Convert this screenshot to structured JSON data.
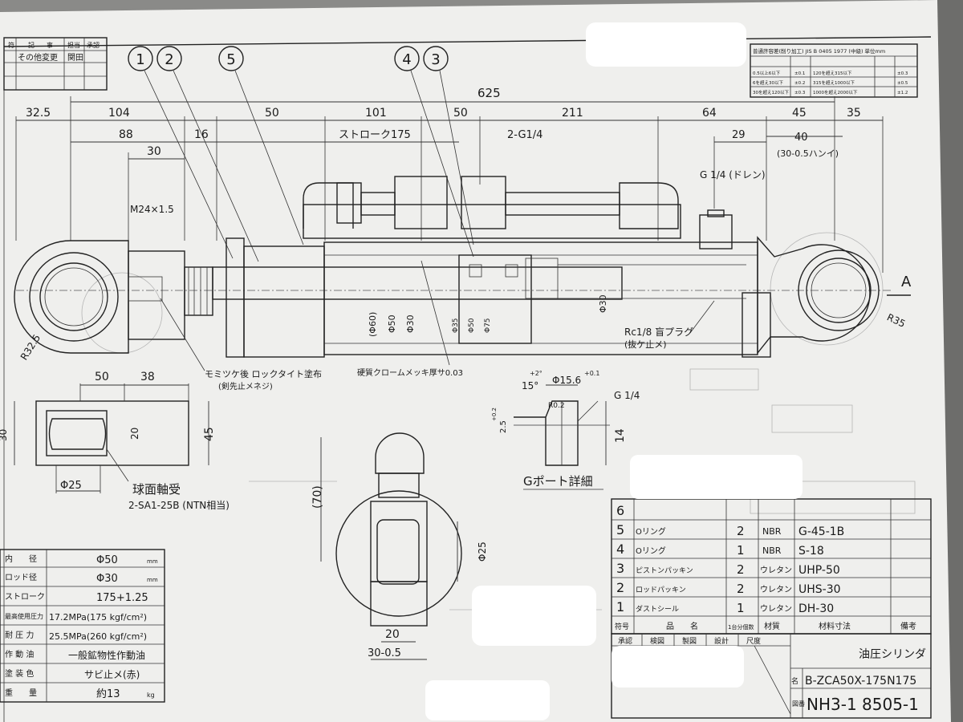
{
  "revision_block": {
    "headers": [
      "符",
      "記",
      "事",
      "担当",
      "承認"
    ],
    "entry_text": "その他変更",
    "entry_signature": "関田"
  },
  "tolerance_table": {
    "title": "普通許容差(削り加工) JIS B 0405 1977 (中級) 単位mm",
    "rows": [
      [
        "0.5以上6以下",
        "±0.1",
        "120を超え315以下",
        "±0.3"
      ],
      [
        "6を超え30以下",
        "±0.2",
        "315を超え1000以下",
        "±0.5"
      ],
      [
        "30を超え120以下",
        "±0.3",
        "1000を超え2000以下",
        "±1.2"
      ]
    ]
  },
  "balloons": [
    "1",
    "2",
    "5",
    "4",
    "3"
  ],
  "dimensions": {
    "overall": "625",
    "top_row": [
      "32.5",
      "104",
      "50",
      "101",
      "50",
      "211",
      "64",
      "45",
      "35"
    ],
    "second_row": [
      "88",
      "16",
      "ストローク175",
      "2-G1/4",
      "29",
      "40"
    ],
    "range_note": "(30-0.5ハンイ)",
    "w30": "30",
    "thread": "M24×1.5",
    "drain": "G 1/4 (ドレン)",
    "dia_rod": [
      "(Φ60)",
      "Φ50",
      "Φ30"
    ],
    "dia_right": "Φ30",
    "dia_gland": [
      "Φ35",
      "Φ50",
      "Φ75"
    ],
    "r_left": "R32.5",
    "r_right": "R35",
    "section": "A"
  },
  "notes": {
    "locktite": "モミツケ後 ロックタイト塗布",
    "locktite_sub": "(剣先止メネジ)",
    "chrome": "硬質クロームメッキ厚サ0.03",
    "plug": "Rc1/8 盲プラグ",
    "plug_sub": "(抜ケ止メ)"
  },
  "end_view": {
    "w50": "50",
    "w38": "38",
    "h30": "30",
    "d20": "20",
    "h45": "45",
    "dia25": "Φ25",
    "bearing": "球面軸受",
    "bearing_part": "2-SA1-25B (NTN相当)"
  },
  "g_port": {
    "angle": "15°",
    "angle_tol": "+2°",
    "dia": "Φ15.6",
    "dia_tol": "+0.1",
    "r": "R0.2",
    "depth": "2.5",
    "depth_tol": "+0.2",
    "thread": "G 1/4",
    "length": "14",
    "caption": "Gポート詳細"
  },
  "section_view": {
    "h70": "(70)",
    "dia25": "Φ25",
    "w20": "20",
    "w30": "30-0.5"
  },
  "specs": [
    {
      "label": "内　　径",
      "value": "Φ50",
      "unit": "mm"
    },
    {
      "label": "ロッド径",
      "value": "Φ30",
      "unit": "mm"
    },
    {
      "label": "ストローク",
      "value": "175+1.25",
      "unit": ""
    },
    {
      "label": "最高使用圧力",
      "value": "17.2MPa(175 kgf/cm²)",
      "unit": ""
    },
    {
      "label": "耐 圧 力",
      "value": "25.5MPa(260 kgf/cm²)",
      "unit": ""
    },
    {
      "label": "作 動 油",
      "value": "一般鉱物性作動油",
      "unit": ""
    },
    {
      "label": "塗 装 色",
      "value": "サビ止メ(赤)",
      "unit": ""
    },
    {
      "label": "重　　量",
      "value": "約13",
      "unit": "kg"
    }
  ],
  "bom": {
    "rows": [
      {
        "no": "6",
        "name": "",
        "qty": "",
        "mat": "",
        "size": ""
      },
      {
        "no": "5",
        "name": "Oリング",
        "qty": "2",
        "mat": "NBR",
        "size": "G-45-1B"
      },
      {
        "no": "4",
        "name": "Oリング",
        "qty": "1",
        "mat": "NBR",
        "size": "S-18"
      },
      {
        "no": "3",
        "name": "ピストンパッキン",
        "qty": "2",
        "mat": "ウレタン",
        "size": "UHP-50"
      },
      {
        "no": "2",
        "name": "ロッドパッキン",
        "qty": "2",
        "mat": "ウレタン",
        "size": "UHS-30"
      },
      {
        "no": "1",
        "name": "ダストシール",
        "qty": "1",
        "mat": "ウレタン",
        "size": "DH-30"
      }
    ],
    "headers": [
      "符号",
      "品　　名",
      "1台分個数",
      "材質",
      "材料寸法",
      "備考"
    ]
  },
  "title_block": {
    "row_labels": [
      "承認",
      "検図",
      "製図",
      "設計",
      "尺度"
    ],
    "title": "油圧シリンダ",
    "name_label": "名",
    "name": "B-ZCA50X-175N175",
    "no_label": "図番",
    "drawing_no": "NH3-1 8505-1"
  },
  "colors": {
    "paper": "#f0f0ee",
    "ink": "#1a1a1a",
    "redaction": "#ffffff"
  }
}
